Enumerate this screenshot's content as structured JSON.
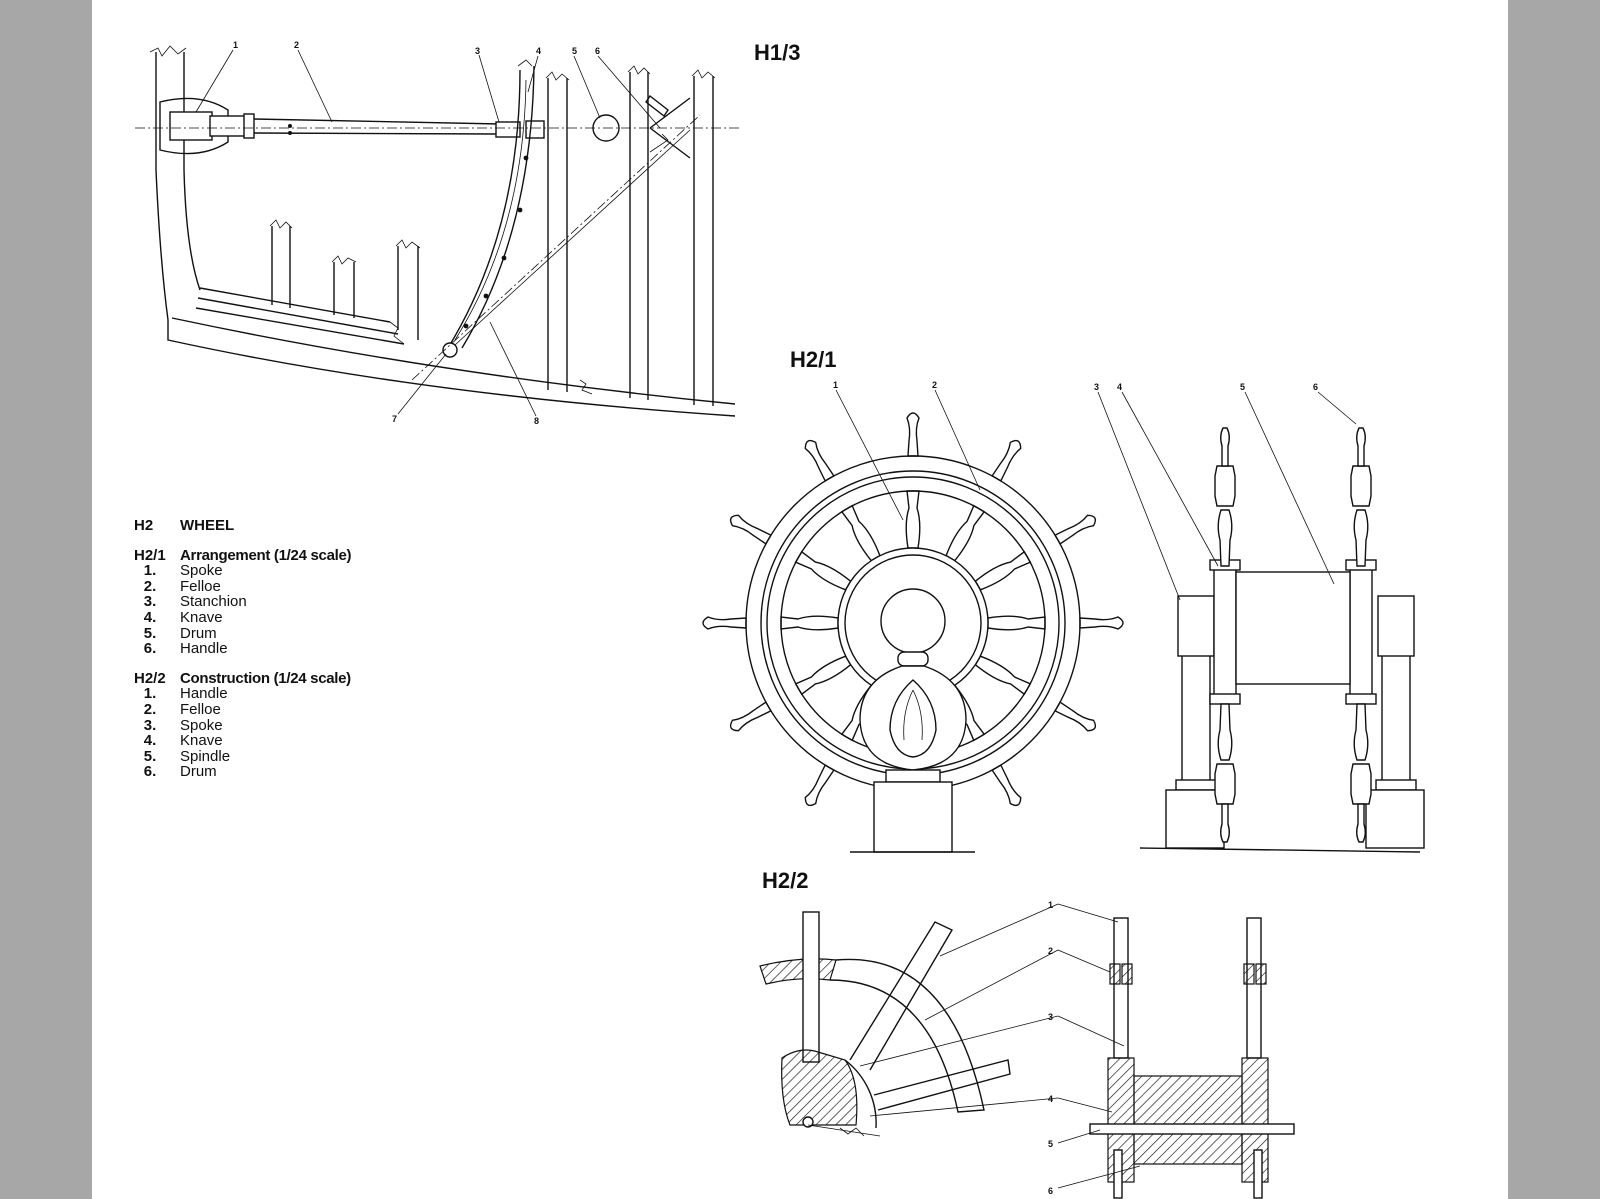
{
  "figures": {
    "h1_3": {
      "title": "H1/3",
      "callouts": [
        "1",
        "2",
        "3",
        "4",
        "5",
        "6",
        "7",
        "8"
      ]
    },
    "h2_1": {
      "title": "H2/1",
      "callouts": [
        "1",
        "2",
        "3",
        "4",
        "5",
        "6"
      ]
    },
    "h2_2": {
      "title": "H2/2",
      "callouts": [
        "1",
        "2",
        "3",
        "4",
        "5",
        "6"
      ]
    }
  },
  "legend": {
    "code": "H2",
    "title": "WHEEL",
    "groups": [
      {
        "code": "H2/1",
        "title": "Arrangement (1/24 scale)",
        "items": [
          {
            "num": "1.",
            "label": "Spoke"
          },
          {
            "num": "2.",
            "label": "Felloe"
          },
          {
            "num": "3.",
            "label": "Stanchion"
          },
          {
            "num": "4.",
            "label": "Knave"
          },
          {
            "num": "5.",
            "label": "Drum"
          },
          {
            "num": "6.",
            "label": "Handle"
          }
        ]
      },
      {
        "code": "H2/2",
        "title": "Construction (1/24 scale)",
        "items": [
          {
            "num": "1.",
            "label": "Handle"
          },
          {
            "num": "2.",
            "label": "Felloe"
          },
          {
            "num": "3.",
            "label": "Spoke"
          },
          {
            "num": "4.",
            "label": "Knave"
          },
          {
            "num": "5.",
            "label": "Spindle"
          },
          {
            "num": "6.",
            "label": "Drum"
          }
        ]
      }
    ]
  }
}
